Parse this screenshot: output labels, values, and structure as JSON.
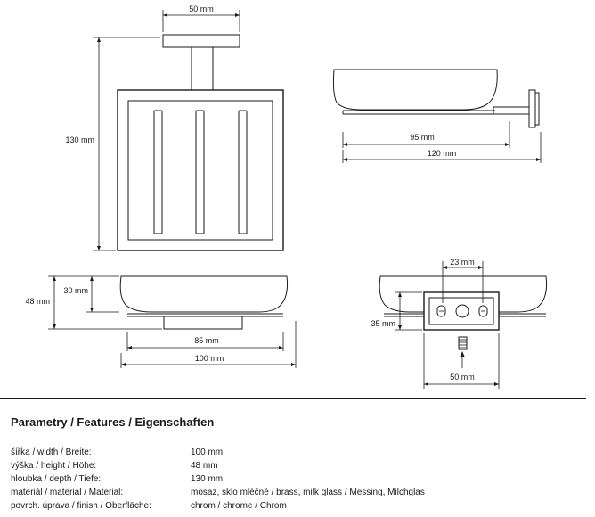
{
  "dimensions": {
    "front_width": "50 mm",
    "front_height": "130 mm",
    "side_top_95": "95 mm",
    "side_top_120": "120 mm",
    "front_bottom_48": "48 mm",
    "front_bottom_30": "30 mm",
    "front_bottom_85": "85 mm",
    "front_bottom_100": "100 mm",
    "back_23": "23 mm",
    "back_35": "35 mm",
    "back_50": "50 mm"
  },
  "features": {
    "title": "Parametry / Features / Eigenschaften",
    "rows": [
      {
        "label": "šířka / width / Breite:",
        "value": "100 mm"
      },
      {
        "label": "výška / height / Höhe:",
        "value": "48 mm"
      },
      {
        "label": "hloubka / depth / Tiefe:",
        "value": "130 mm"
      },
      {
        "label": "materiál / material / Material:",
        "value": "mosaz, sklo mléčné / brass, milk glass / Messing, Milchglas"
      },
      {
        "label": "povrch. úprava / finish / Oberfläche:",
        "value": "chrom / chrome / Chrom"
      }
    ]
  }
}
